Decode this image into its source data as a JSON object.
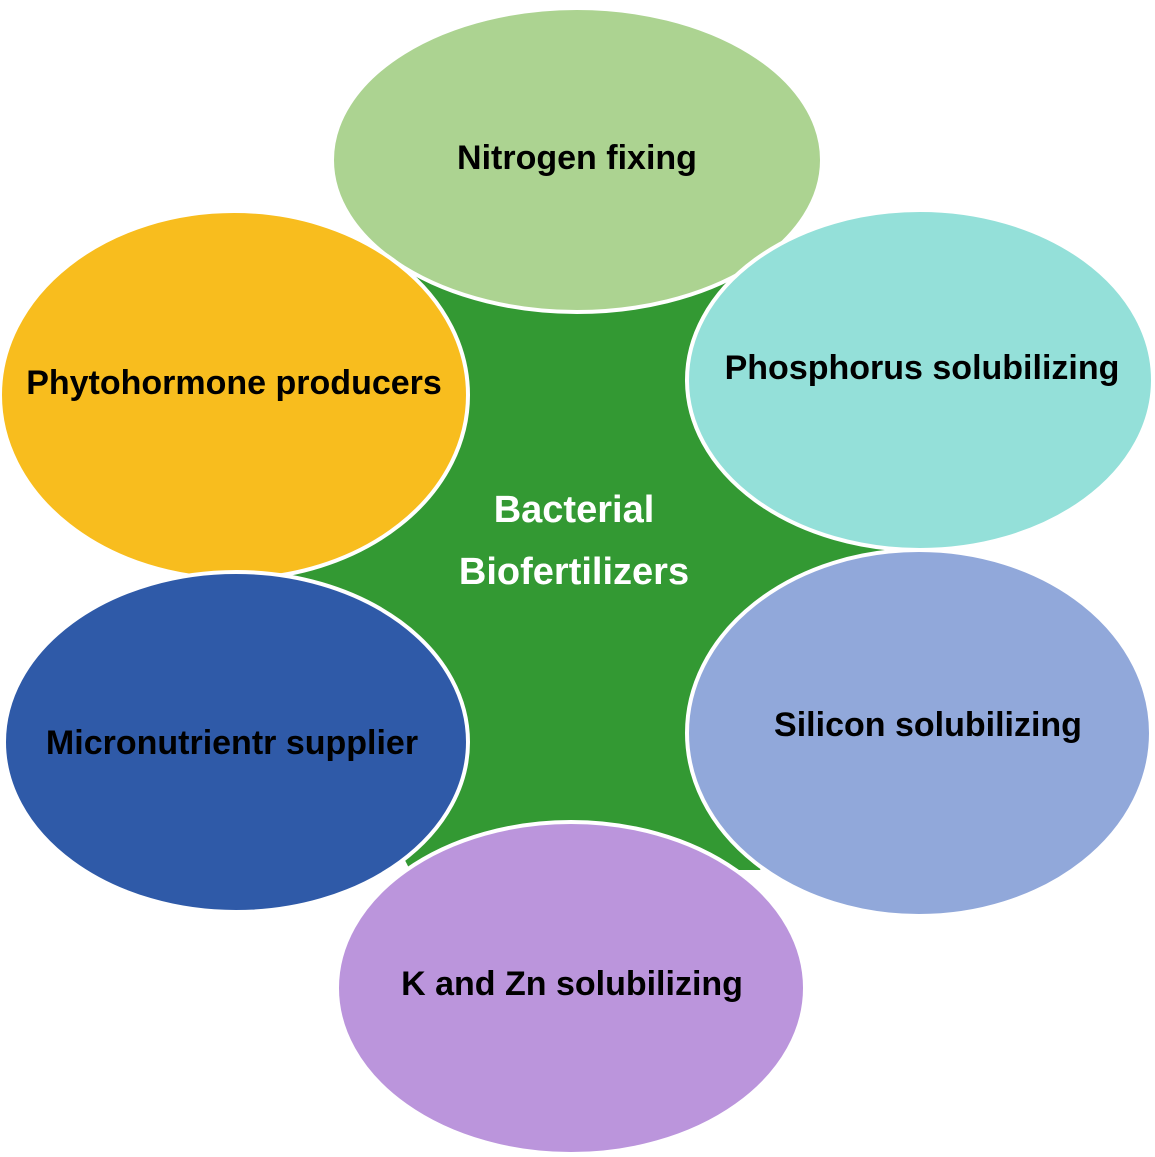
{
  "center": {
    "line1": "Bacterial",
    "line2": "Biofertilizers",
    "fill": "#339933",
    "text_color": "#ffffff"
  },
  "petals": {
    "nitrogen": {
      "label": "Nitrogen fixing",
      "fill": "#acd391",
      "text_color": "#000000"
    },
    "phosphorus": {
      "label": "Phosphorus solubilizing",
      "fill": "#94e0d9",
      "text_color": "#000000"
    },
    "silicon": {
      "label": "Silicon solubilizing",
      "fill": "#91a8da",
      "text_color": "#000000"
    },
    "kzn": {
      "label": "K and Zn solubilizing",
      "fill": "#bb95dc",
      "text_color": "#000000"
    },
    "micro": {
      "label": "Micronutrientr supplier",
      "fill": "#2f5aa8",
      "text_color": "#000000"
    },
    "phyto": {
      "label": "Phytohormone producers",
      "fill": "#f8bd1e",
      "text_color": "#000000"
    }
  }
}
